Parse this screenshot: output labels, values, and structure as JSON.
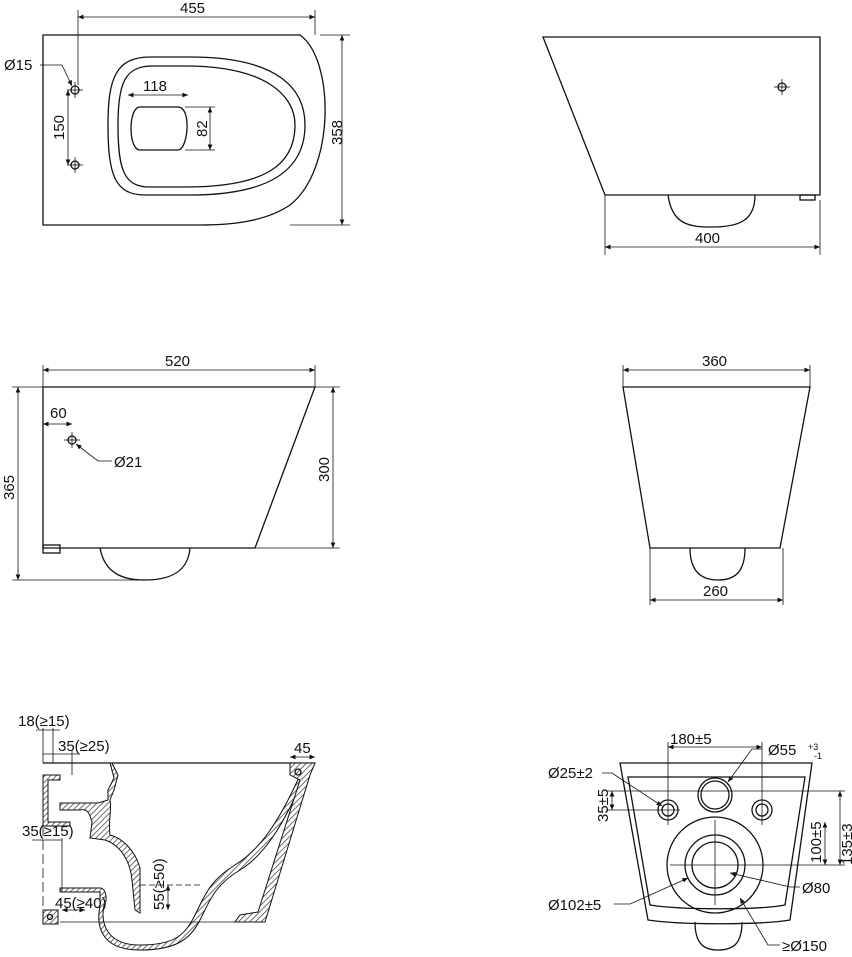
{
  "views": {
    "top": {
      "width": "455",
      "depth": "358",
      "hole_dia": "Ø15",
      "hole_spacing": "150",
      "opening_width": "118",
      "opening_depth": "82"
    },
    "side_right": {
      "width": "400"
    },
    "side_left": {
      "length": "520",
      "height_total": "365",
      "height_body": "300",
      "hole_offset": "60",
      "hole_dia": "Ø21"
    },
    "front": {
      "top_width": "360",
      "bottom_width": "260"
    },
    "section": {
      "dim1": "18(≥15)",
      "dim2": "35(≥25)",
      "dim3": "45",
      "dim4": "35(≥15)",
      "dim5": "55(≥50)",
      "dim6": "45(≥40)"
    },
    "rear": {
      "spacing": "180±5",
      "inlet_dia": "Ø55",
      "inlet_tol_plus": "+3",
      "inlet_tol_minus": "-1",
      "bolt_dia": "Ø25±2",
      "bolt_height": "35±5",
      "outlet_height": "100±5",
      "total_height": "135±3",
      "outlet_dia": "Ø80",
      "outlet_outer": "Ø102±5",
      "min_dia": "≥Ø150"
    }
  }
}
